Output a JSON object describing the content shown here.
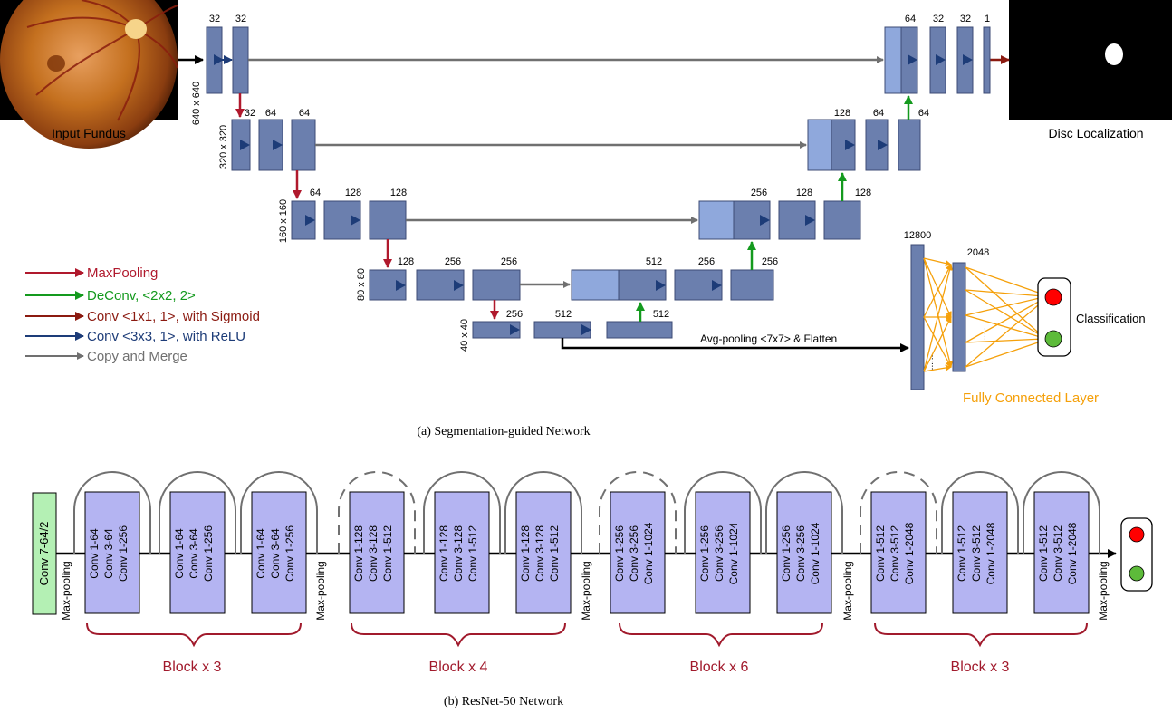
{
  "colors": {
    "block": "#6b7fae",
    "block_light": "#8fa8dc",
    "block_stroke": "#3c4b75",
    "relu_arrow": "#1d3c78",
    "maxpool": "#b0192d",
    "deconv": "#149a1e",
    "sigmoid": "#8b1a10",
    "copy": "#707070",
    "fc": "#f5a00a",
    "resnet_block": "#b4b4f2",
    "conv_first": "#b4f0b4",
    "bracket": "#a11a2c",
    "red_dot": "#ff0000",
    "green_dot": "#5dbb3a"
  },
  "top": {
    "input_label": "Input Fundus",
    "output_label": "Disc Localization",
    "caption": "(a)  Segmentation-guided Network",
    "res_labels": [
      "640 x 640",
      "320 x 320",
      "160 x 160",
      "80 x 80",
      "40 x 40"
    ],
    "enc1": [
      "32",
      "32"
    ],
    "enc2": [
      "32",
      "64",
      "64"
    ],
    "enc3": [
      "64",
      "128",
      "128"
    ],
    "enc4": [
      "128",
      "256",
      "256"
    ],
    "bottom": [
      "256",
      "512",
      "512"
    ],
    "dec4": [
      "512",
      "256",
      "256"
    ],
    "dec3": [
      "256",
      "128",
      "128"
    ],
    "dec2": [
      "128",
      "64",
      "64"
    ],
    "dec1": [
      "64",
      "32",
      "32",
      "1"
    ],
    "legend": {
      "maxpool": "MaxPooling",
      "deconv": "DeConv, <2x2, 2>",
      "sigmoid": "Conv <1x1, 1>, with Sigmoid",
      "relu": "Conv <3x3, 1>, with ReLU",
      "copy": "Copy and Merge"
    },
    "avgpool": "Avg-pooling <7x7>  & Flatten",
    "fc_in": "12800",
    "fc_hidden": "2048",
    "fc_label": "Fully Connected Layer",
    "classification": "Classification",
    "dots": "......"
  },
  "bottom": {
    "caption": "(b)  ResNet-50 Network",
    "first_conv": "Conv 7-64/2",
    "maxpool": "Max-pooling",
    "stages": [
      {
        "block": "Block x 3",
        "lines": [
          "Conv 1-64",
          "Conv 3-64",
          "Conv 1-256"
        ]
      },
      {
        "block": "Block x 4",
        "lines": [
          "Conv 1-128",
          "Conv 3-128",
          "Conv 1-512"
        ]
      },
      {
        "block": "Block x 6",
        "lines": [
          "Conv 1-256",
          "Conv 3-256",
          "Conv 1-1024"
        ]
      },
      {
        "block": "Block x 3",
        "lines": [
          "Conv 1-512",
          "Conv 3-512",
          "Conv 1-2048"
        ]
      }
    ]
  }
}
